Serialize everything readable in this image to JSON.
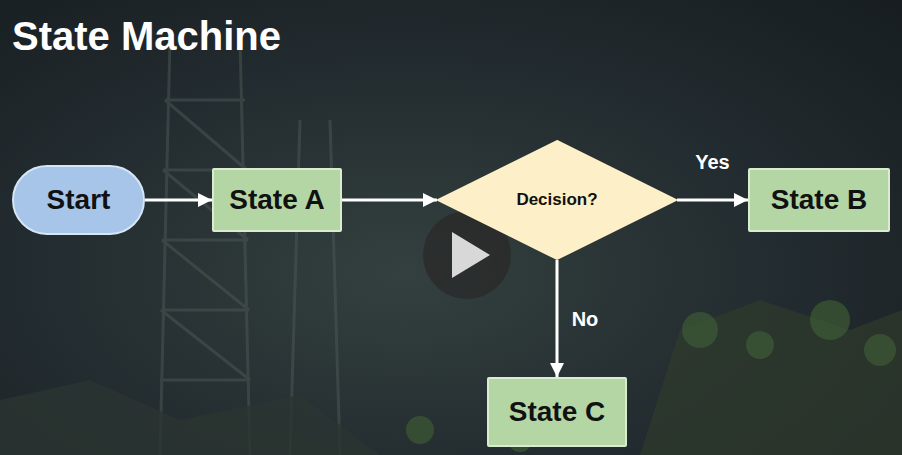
{
  "diagram": {
    "title": "State Machine",
    "nodes": [
      {
        "text": [
          "Start"
        ]
      },
      {
        "text": [
          "State A"
        ]
      },
      {
        "text": [
          "Decision?"
        ]
      },
      {
        "text": [
          "State B"
        ]
      },
      {
        "text": [
          "State C"
        ]
      }
    ],
    "edges": [
      {
        "from": 0,
        "to": 1,
        "arrow": "to"
      },
      {
        "from": 1,
        "to": 2,
        "arrow": "to"
      },
      {
        "from": 2,
        "to": 3,
        "label": "Yes",
        "arrow": "to"
      },
      {
        "from": 2,
        "to": 4,
        "label": "No",
        "arrow": "to"
      }
    ]
  }
}
